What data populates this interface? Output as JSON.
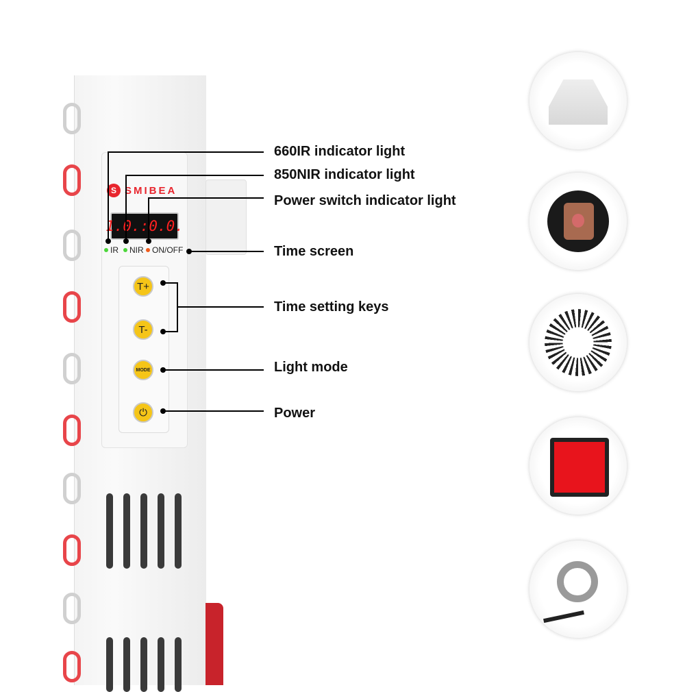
{
  "brand": "SMIBEA",
  "display": "1.0.:0.0.",
  "indicators": [
    {
      "label": "IR",
      "color": "#4cd63a"
    },
    {
      "label": "NIR",
      "color": "#4cd63a"
    },
    {
      "label": "ON/OFF",
      "color": "#f05a1a"
    }
  ],
  "keys": {
    "t_plus": "T+",
    "t_minus": "T-",
    "mode": "MODE",
    "power_icon": "power-icon"
  },
  "callouts": [
    "660IR indicator light",
    "850NIR indicator light",
    "Power switch indicator light",
    "Time screen",
    "Time setting keys",
    "Light mode",
    "Power"
  ],
  "detail_images": [
    "foot-cap",
    "light-bead",
    "fan-vent",
    "rocker-switch",
    "eye-bolt"
  ],
  "colors": {
    "accent": "#e8262e",
    "key": "#f5c518"
  }
}
